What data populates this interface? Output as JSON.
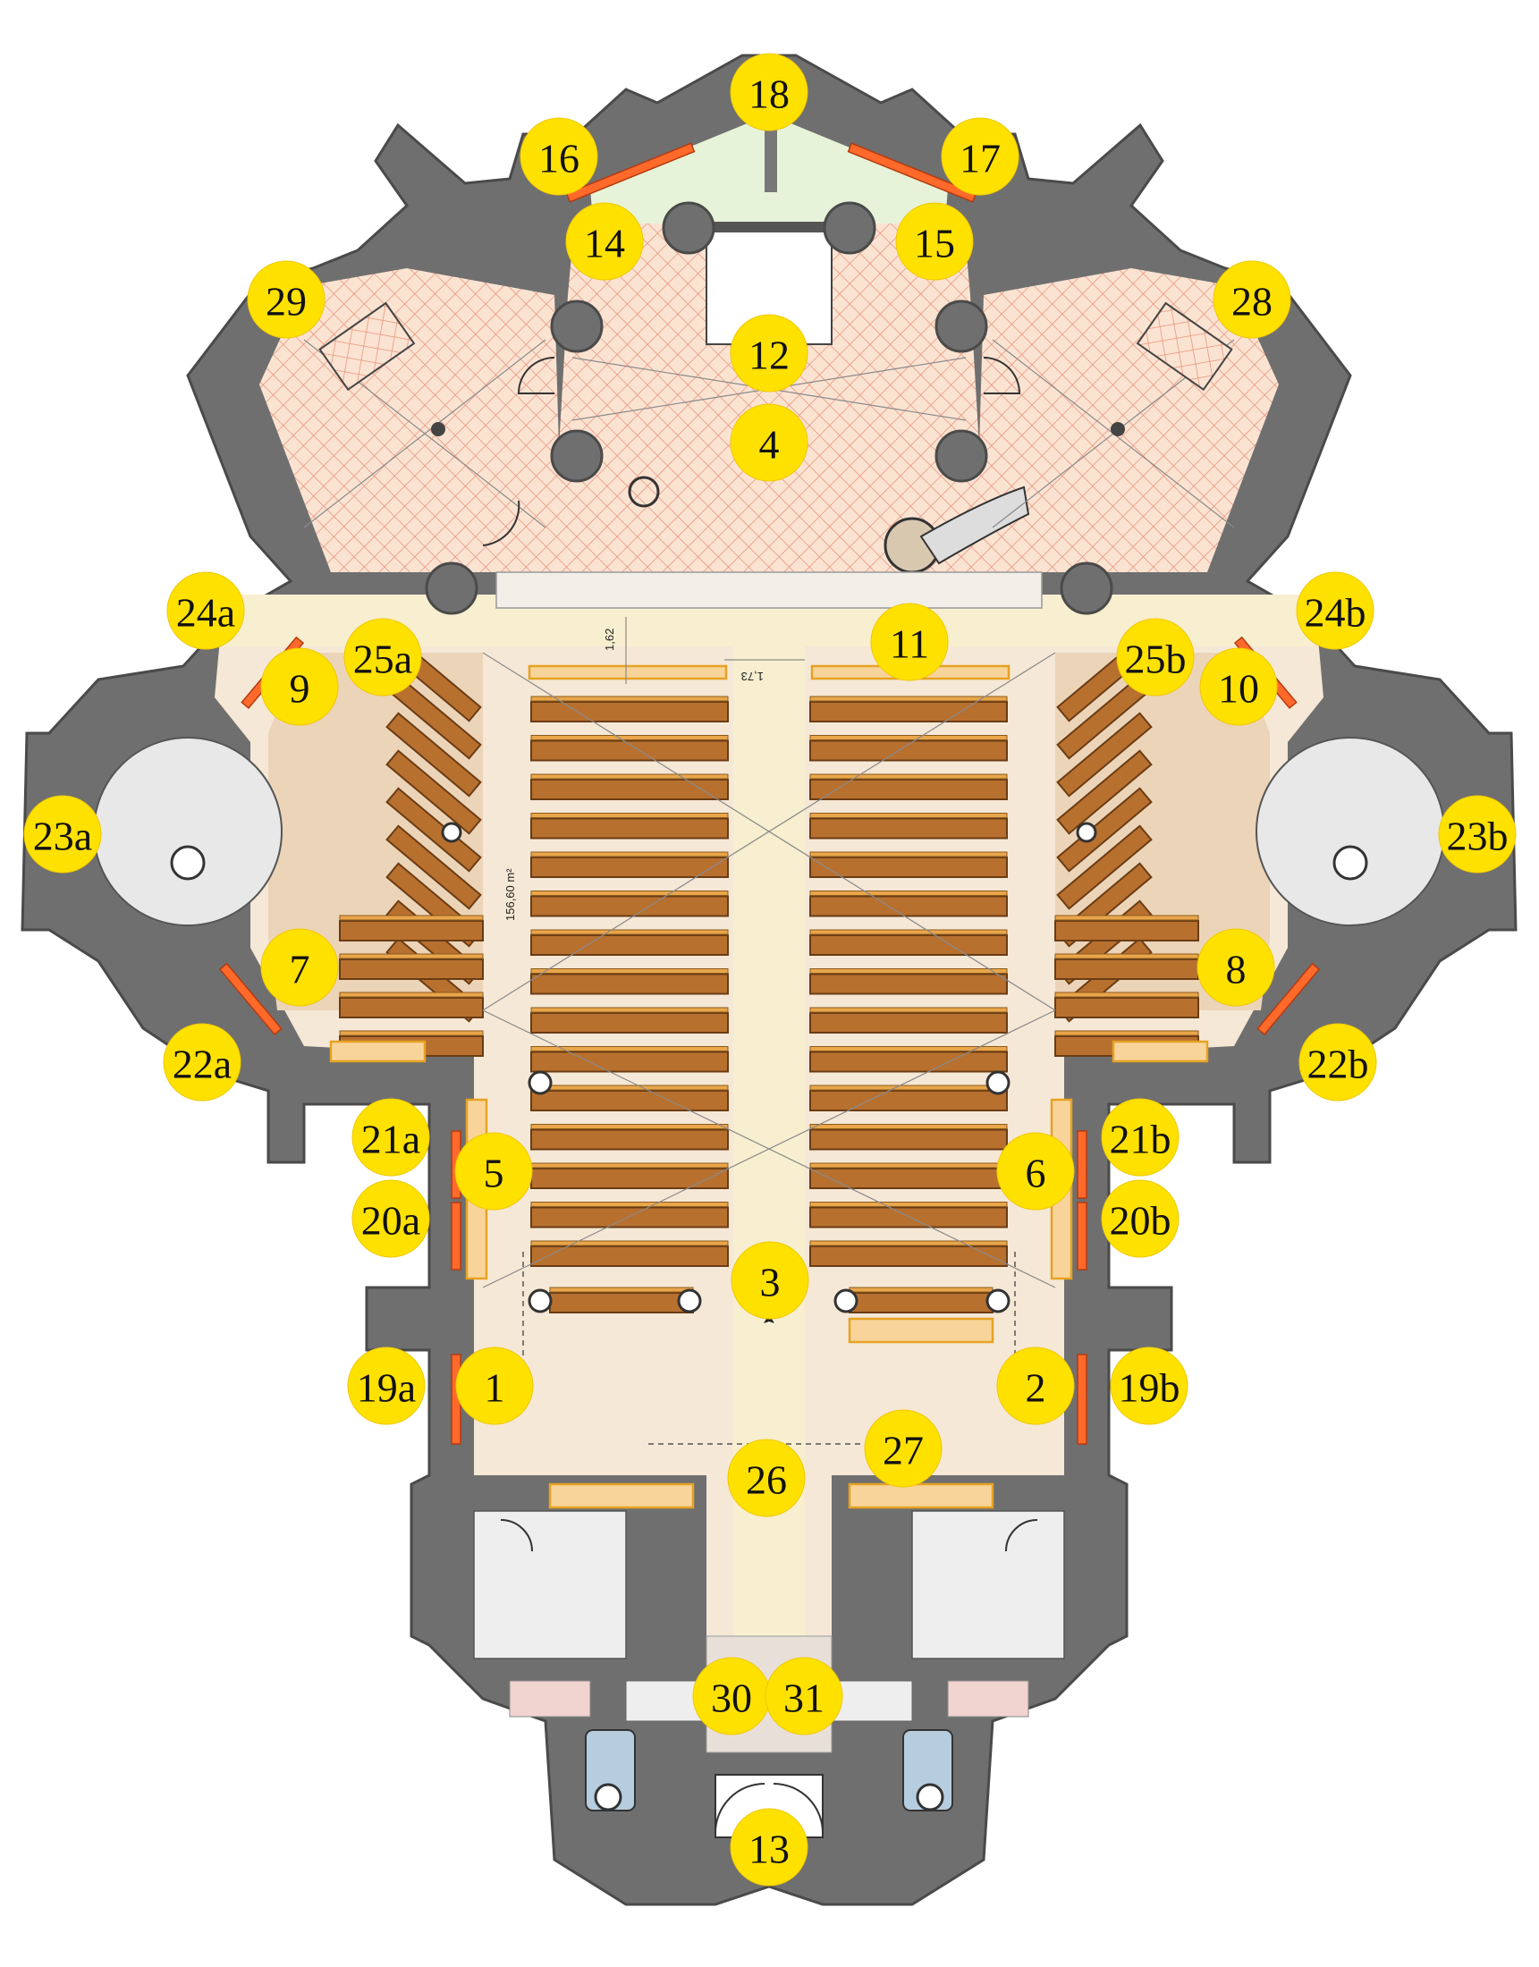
{
  "floor_plan": {
    "area_label": "156,60 m²",
    "dimension_labels": [
      "1,62",
      "1,73"
    ],
    "markers": [
      {
        "id": "18",
        "name": "marker-18"
      },
      {
        "id": "16",
        "name": "marker-16"
      },
      {
        "id": "17",
        "name": "marker-17"
      },
      {
        "id": "14",
        "name": "marker-14"
      },
      {
        "id": "15",
        "name": "marker-15"
      },
      {
        "id": "29",
        "name": "marker-29"
      },
      {
        "id": "28",
        "name": "marker-28"
      },
      {
        "id": "12",
        "name": "marker-12"
      },
      {
        "id": "4",
        "name": "marker-4"
      },
      {
        "id": "24a",
        "name": "marker-24a"
      },
      {
        "id": "24b",
        "name": "marker-24b"
      },
      {
        "id": "11",
        "name": "marker-11"
      },
      {
        "id": "25a",
        "name": "marker-25a"
      },
      {
        "id": "25b",
        "name": "marker-25b"
      },
      {
        "id": "9",
        "name": "marker-9"
      },
      {
        "id": "10",
        "name": "marker-10"
      },
      {
        "id": "23a",
        "name": "marker-23a"
      },
      {
        "id": "23b",
        "name": "marker-23b"
      },
      {
        "id": "7",
        "name": "marker-7"
      },
      {
        "id": "8",
        "name": "marker-8"
      },
      {
        "id": "22a",
        "name": "marker-22a"
      },
      {
        "id": "22b",
        "name": "marker-22b"
      },
      {
        "id": "21a",
        "name": "marker-21a"
      },
      {
        "id": "21b",
        "name": "marker-21b"
      },
      {
        "id": "5",
        "name": "marker-5"
      },
      {
        "id": "6",
        "name": "marker-6"
      },
      {
        "id": "20a",
        "name": "marker-20a"
      },
      {
        "id": "20b",
        "name": "marker-20b"
      },
      {
        "id": "3",
        "name": "marker-3"
      },
      {
        "id": "19a",
        "name": "marker-19a"
      },
      {
        "id": "1",
        "name": "marker-1"
      },
      {
        "id": "2",
        "name": "marker-2"
      },
      {
        "id": "19b",
        "name": "marker-19b"
      },
      {
        "id": "27",
        "name": "marker-27"
      },
      {
        "id": "26",
        "name": "marker-26"
      },
      {
        "id": "30",
        "name": "marker-30"
      },
      {
        "id": "31",
        "name": "marker-31"
      },
      {
        "id": "13",
        "name": "marker-13"
      }
    ],
    "colors": {
      "marker": "#ffe100",
      "wall": "#6f6f6f",
      "pew": "#b8702f",
      "heater": "#ff6a2b",
      "floor": "#f6e8d6",
      "hatch": "#e8927a",
      "presbytery_green": "#e7f3d8"
    }
  }
}
